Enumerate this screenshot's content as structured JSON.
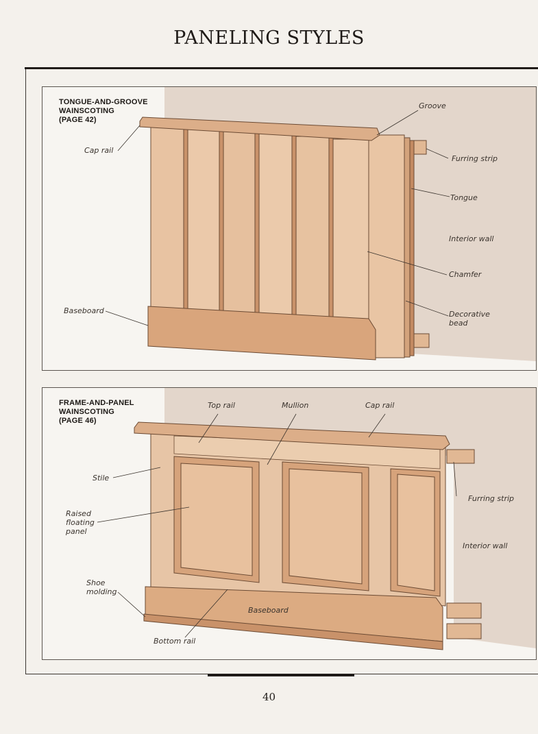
{
  "page": {
    "title": "PANELING STYLES",
    "page_number": "40"
  },
  "panel_1": {
    "heading_lines": [
      "TONGUE-AND-GROOVE",
      "WAINSCOTING",
      "(PAGE 42)"
    ],
    "labels": {
      "groove": "Groove",
      "cap_rail": "Cap rail",
      "furring_strip": "Furring strip",
      "tongue": "Tongue",
      "interior_wall": "Interior wall",
      "chamfer": "Chamfer",
      "baseboard": "Baseboard",
      "decorative_bead_lines": [
        "Decorative",
        "bead"
      ]
    }
  },
  "panel_2": {
    "heading_lines": [
      "FRAME-AND-PANEL",
      "WAINSCOTING",
      "(PAGE 46)"
    ],
    "labels": {
      "top_rail": "Top rail",
      "mullion": "Mullion",
      "cap_rail": "Cap rail",
      "stile": "Stile",
      "raised_panel_lines": [
        "Raised",
        "floating",
        "panel"
      ],
      "furring_strip": "Furring strip",
      "interior_wall": "Interior wall",
      "shoe_molding_lines": [
        "Shoe",
        "molding"
      ],
      "baseboard": "Baseboard",
      "bottom_rail": "Bottom rail"
    }
  },
  "colors": {
    "wood_light": "#e9c7a8",
    "wood_mid": "#ddb18c",
    "wood_dark": "#c9926a",
    "outline": "#6b4a33",
    "wall": "#e3d6cb"
  }
}
